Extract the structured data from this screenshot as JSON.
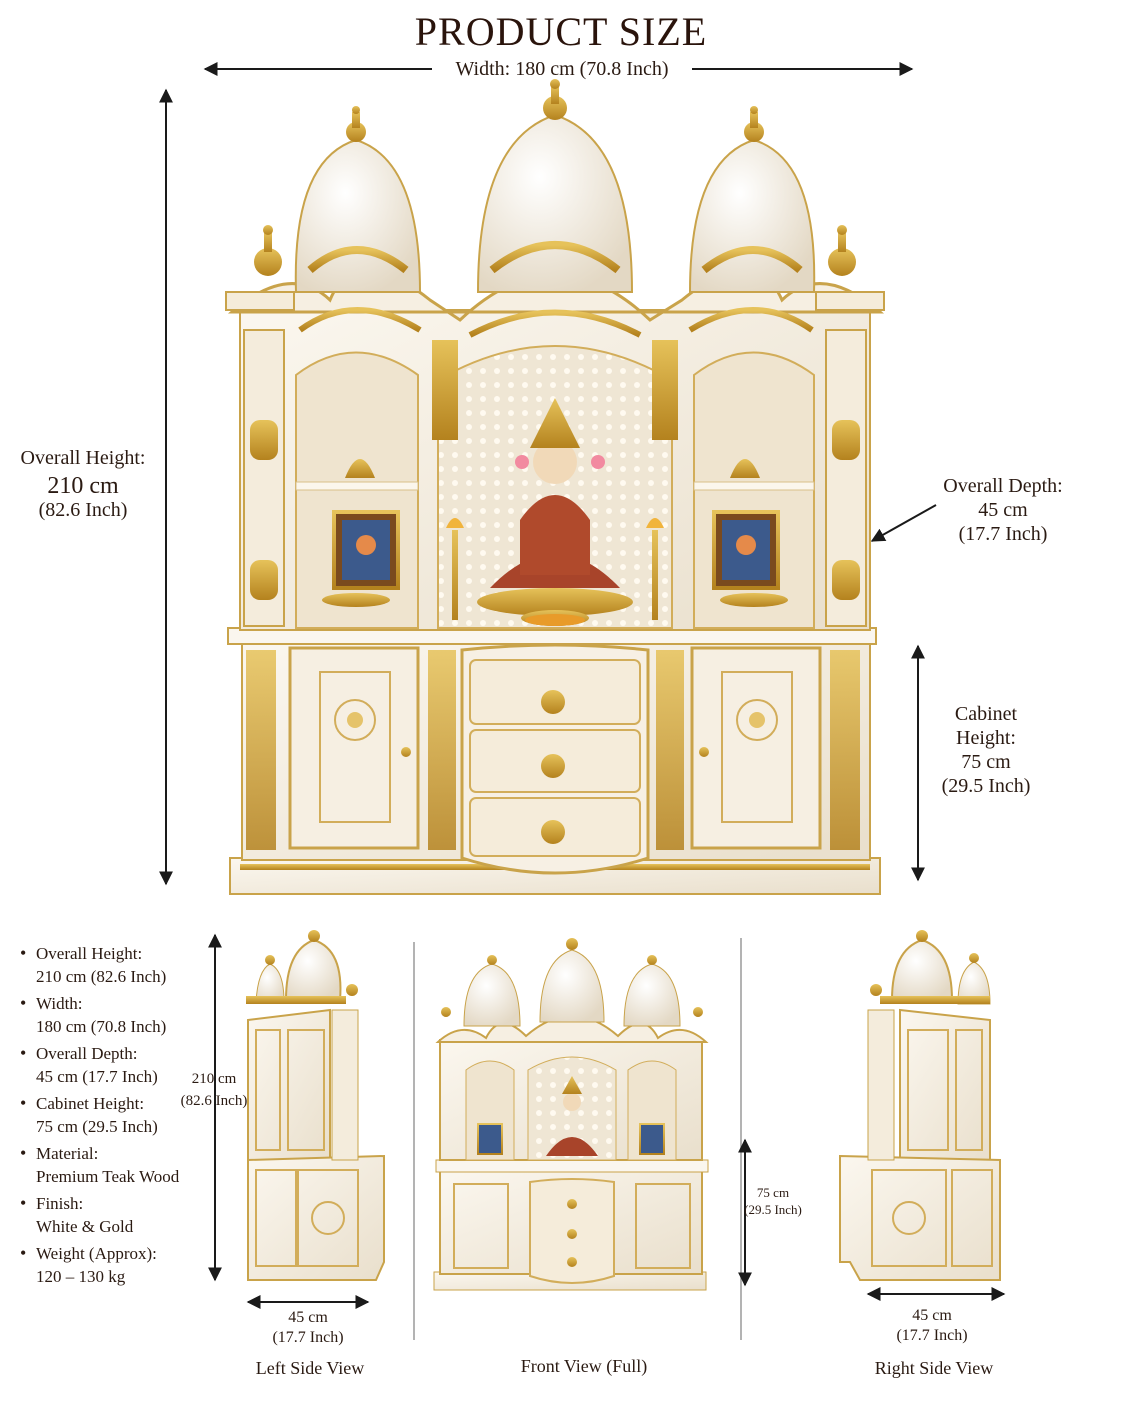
{
  "title": "PRODUCT SIZE",
  "main": {
    "width_label": "Width: 180 cm (70.8 Inch)",
    "height_label": "Overall Height:",
    "height_value": "210 cm",
    "height_inch": "(82.6 Inch)",
    "depth_label": "Overall Depth:",
    "depth_value": "45 cm",
    "depth_inch": "(17.7 Inch)",
    "cabinet_label_1": "Cabinet",
    "cabinet_label_2": "Height:",
    "cabinet_value": "75 cm",
    "cabinet_inch": "(29.5 Inch)"
  },
  "specs": [
    {
      "label": "Overall Height:",
      "value": "210 cm (82.6 Inch)"
    },
    {
      "label": "Width:",
      "value": "180 cm (70.8 Inch)"
    },
    {
      "label": "Overall Depth:",
      "value": "45 cm (17.7 Inch)"
    },
    {
      "label": "Cabinet Height:",
      "value": "75 cm (29.5 Inch)"
    },
    {
      "label": "Material:",
      "value": "Premium Teak Wood"
    },
    {
      "label": "Finish:",
      "value": "White & Gold"
    },
    {
      "label": "Weight (Approx):",
      "value": "120 – 130 kg"
    }
  ],
  "left_view": {
    "height_cm": "210 cm",
    "height_inch": "(82.6 Inch)",
    "depth_cm": "45 cm",
    "depth_inch": "(17.7 Inch)",
    "caption": "Left Side View"
  },
  "front_view": {
    "cabinet_cm": "75 cm",
    "cabinet_inch": "(29.5 Inch)",
    "caption": "Front View (Full)"
  },
  "right_view": {
    "depth_cm": "45 cm",
    "depth_inch": "(17.7 Inch)",
    "caption": "Right Side View"
  },
  "colors": {
    "marble": "#f3ece0",
    "gold": "#c99a2e",
    "gold_dark": "#a07418",
    "niche": "#ece2cf",
    "idol": "#a8442a"
  }
}
